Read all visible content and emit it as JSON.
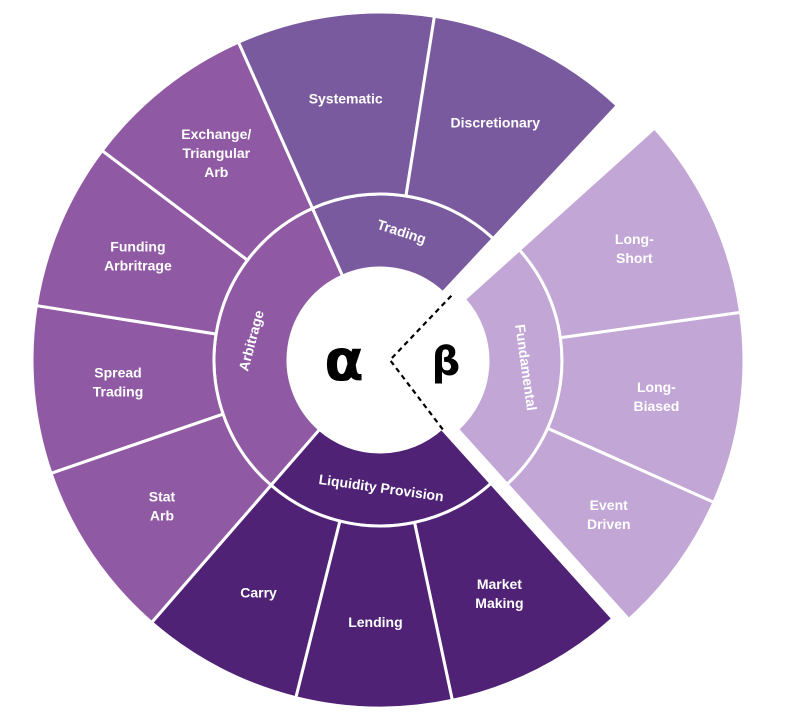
{
  "colors": {
    "arbitrage": "#8f5aa3",
    "trading": "#7a5a9e",
    "liquidity": "#4f2275",
    "fundamental": "#c2a6d6",
    "divider": "#ffffff",
    "center": "#ffffff",
    "symbol": "#000000"
  },
  "center": {
    "alpha": "α",
    "beta": "β"
  },
  "groups": [
    {
      "key": "arbitrage",
      "label": "Arbitrage",
      "segments": [
        {
          "lines": [
            "Stat",
            "Arb"
          ]
        },
        {
          "lines": [
            "Spread",
            "Trading"
          ]
        },
        {
          "lines": [
            "Funding",
            "Arbritrage"
          ]
        },
        {
          "lines": [
            "Exchange/",
            "Triangular",
            "Arb"
          ]
        }
      ]
    },
    {
      "key": "trading",
      "label": "Trading",
      "segments": [
        {
          "lines": [
            "Systematic"
          ]
        },
        {
          "lines": [
            "Discretionary"
          ]
        }
      ]
    },
    {
      "key": "fundamental",
      "label": "Fundamental",
      "segments": [
        {
          "lines": [
            "Long-",
            "Short"
          ]
        },
        {
          "lines": [
            "Long-",
            "Biased"
          ]
        },
        {
          "lines": [
            "Event",
            "Driven"
          ]
        }
      ]
    },
    {
      "key": "liquidity",
      "label": "Liquidity Provision",
      "segments": [
        {
          "lines": [
            "Market",
            "Making"
          ]
        },
        {
          "lines": [
            "Lending"
          ]
        },
        {
          "lines": [
            "Carry"
          ]
        }
      ]
    }
  ]
}
